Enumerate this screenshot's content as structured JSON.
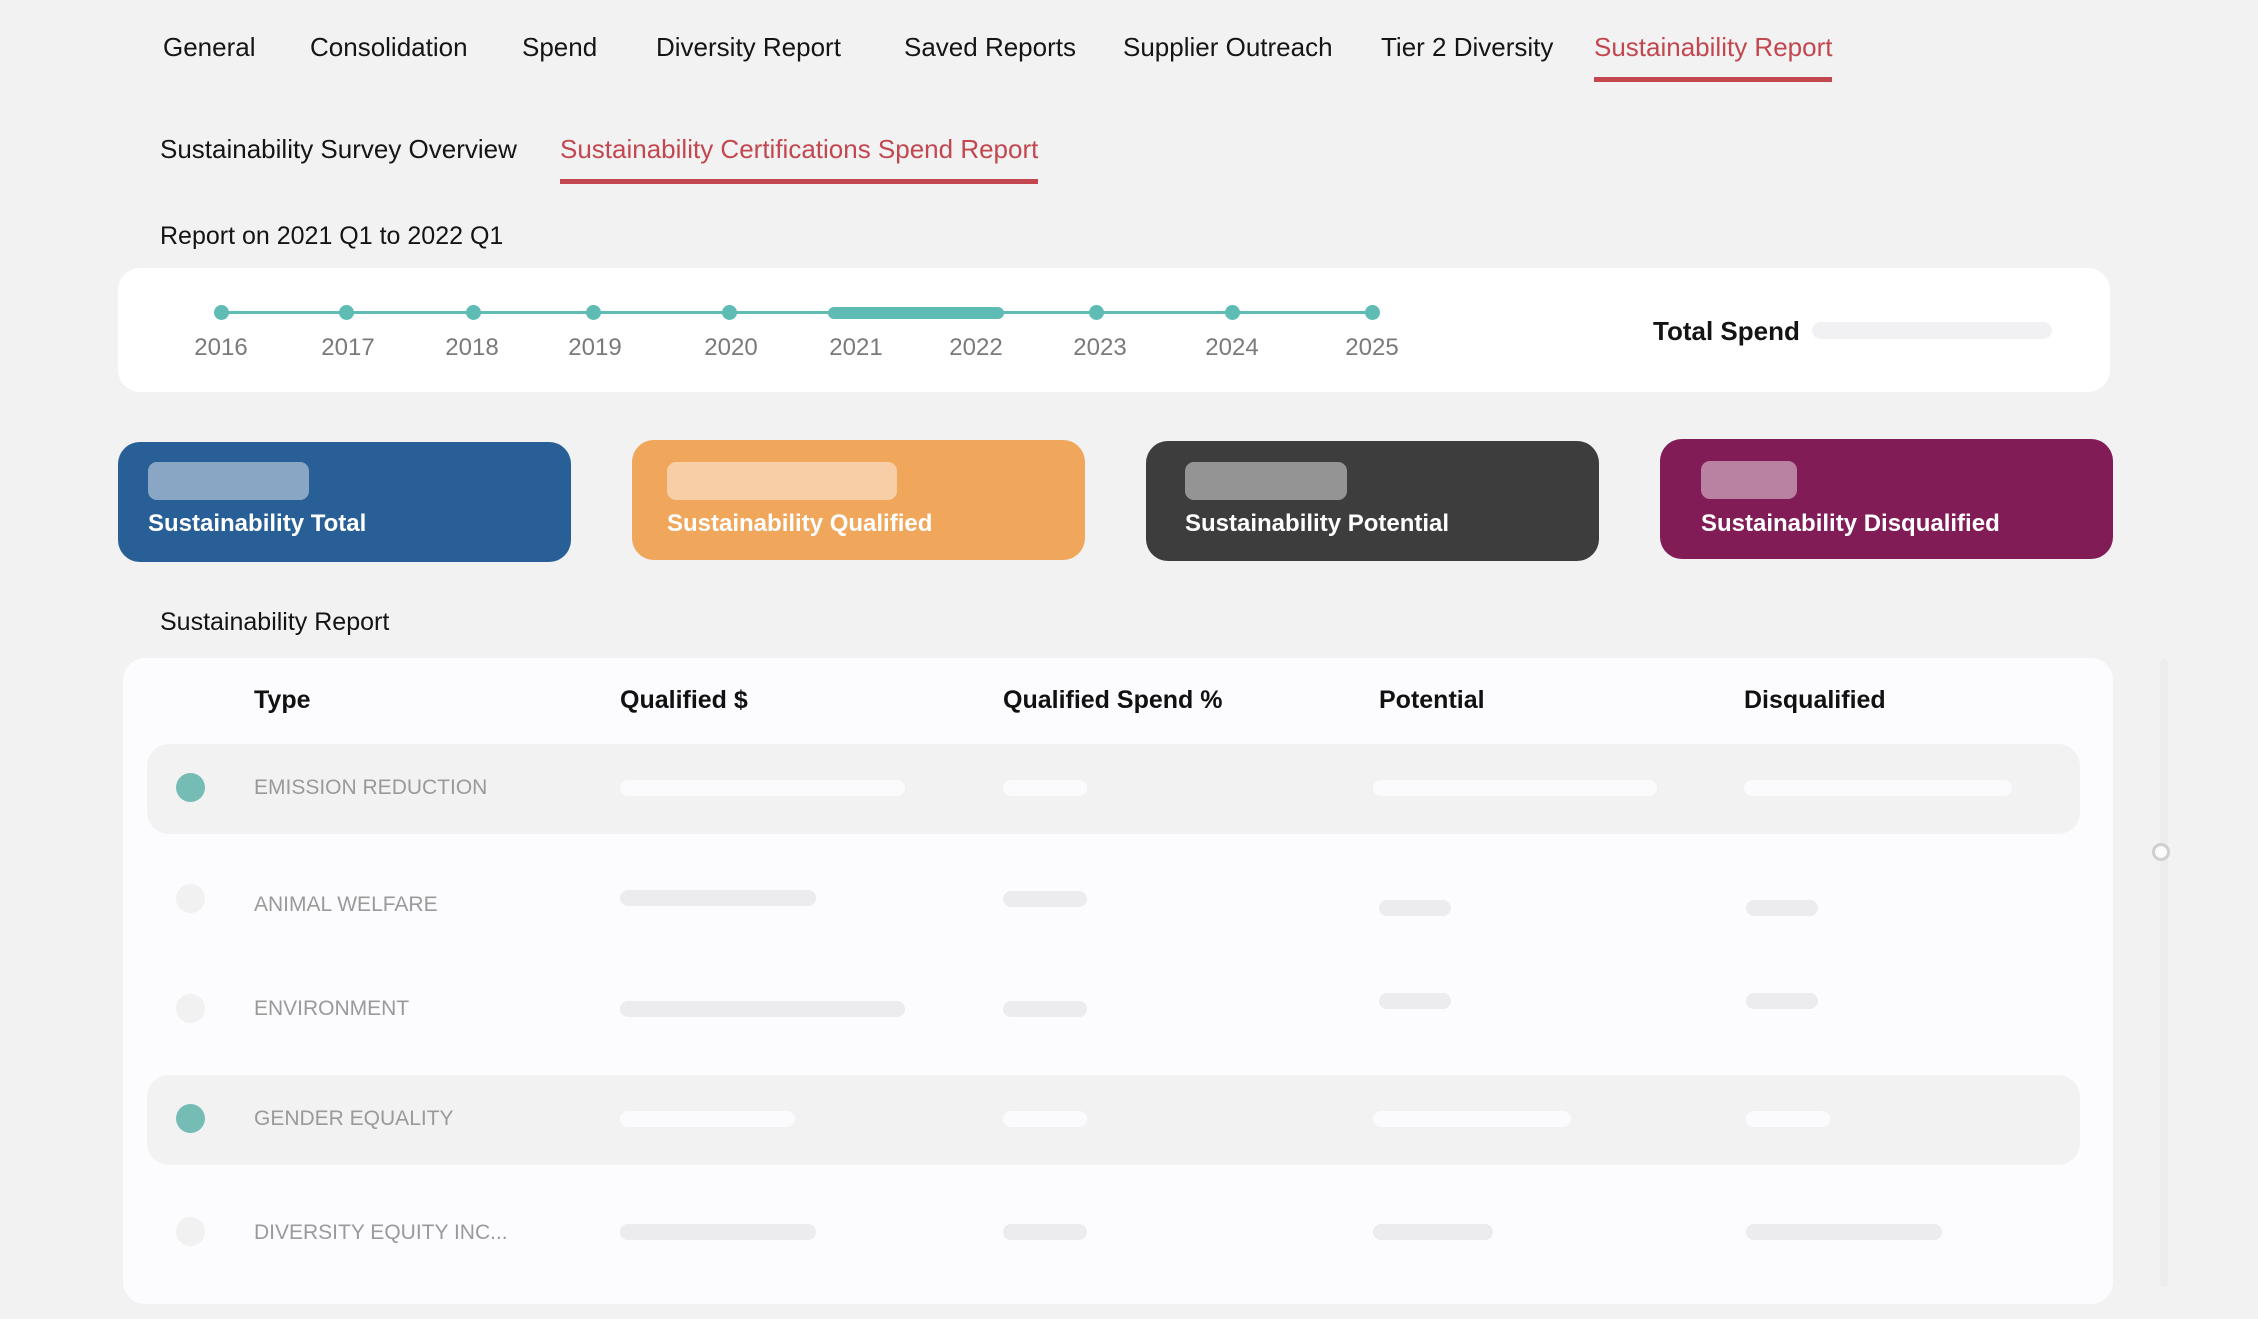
{
  "main_nav": [
    {
      "label": "General",
      "active": false
    },
    {
      "label": "Consolidation",
      "active": false
    },
    {
      "label": "Spend",
      "active": false
    },
    {
      "label": "Diversity Report",
      "active": false
    },
    {
      "label": "Saved Reports",
      "active": false
    },
    {
      "label": "Supplier Outreach",
      "active": false
    },
    {
      "label": "Tier 2 Diversity",
      "active": false
    },
    {
      "label": "Sustainability Report",
      "active": true
    }
  ],
  "sub_nav": [
    {
      "label": "Sustainability Survey Overview",
      "active": false
    },
    {
      "label": "Sustainability Certifications Spend Report",
      "active": true
    }
  ],
  "range_label": "Report on 2021 Q1 to 2022 Q1",
  "timeline": {
    "years": [
      "2016",
      "2017",
      "2018",
      "2019",
      "2020",
      "2021",
      "2022",
      "2023",
      "2024",
      "2025"
    ],
    "selected_start": "2021",
    "selected_end": "2022",
    "track_color": "#5fbcb4"
  },
  "total_spend": {
    "label": "Total Spend"
  },
  "metrics": [
    {
      "label": "Sustainability Total",
      "color": "#285f96"
    },
    {
      "label": "Sustainability Qualified",
      "color": "#f0a65b"
    },
    {
      "label": "Sustainability Potential",
      "color": "#3d3d3d"
    },
    {
      "label": "Sustainability Disqualified",
      "color": "#821c57"
    }
  ],
  "report": {
    "title": "Sustainability Report",
    "columns": [
      "Type",
      "Qualified $",
      "Qualified Spend %",
      "Potential",
      "Disqualified"
    ],
    "rows": [
      {
        "type": "EMISSION REDUCTION",
        "selected": true
      },
      {
        "type": "ANIMAL WELFARE",
        "selected": false
      },
      {
        "type": "ENVIRONMENT",
        "selected": false
      },
      {
        "type": "GENDER EQUALITY",
        "selected": true
      },
      {
        "type": "DIVERSITY EQUITY INC...",
        "selected": false
      }
    ]
  },
  "colors": {
    "accent": "#c2474f",
    "teal": "#5fbcb4",
    "background": "#f2f2f3"
  }
}
